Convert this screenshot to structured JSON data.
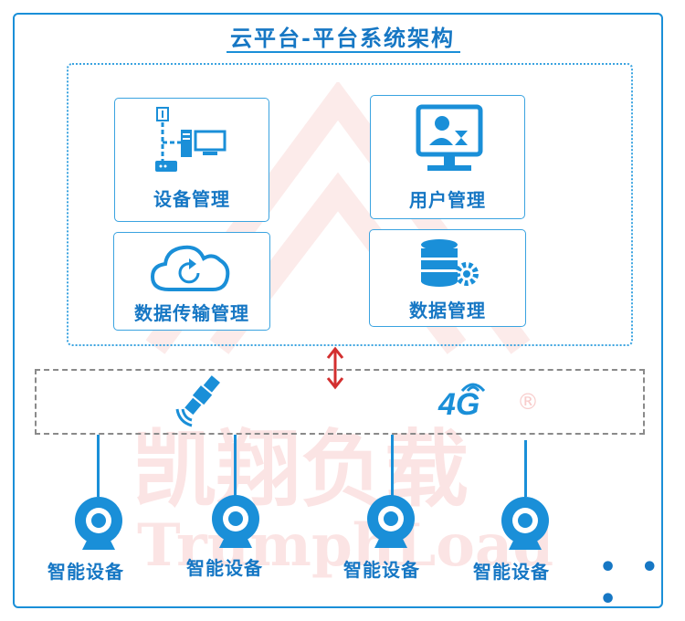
{
  "title": "云平台-平台系统架构",
  "modules": [
    {
      "label": "设备管理",
      "icon": "device-network-icon"
    },
    {
      "label": "用户管理",
      "icon": "user-monitor-icon"
    },
    {
      "label": "数据传输管理",
      "icon": "cloud-sync-icon"
    },
    {
      "label": "数据管理",
      "icon": "database-gear-icon"
    }
  ],
  "network": {
    "satellite_icon": "satellite-icon",
    "cellular_label": "4G",
    "registered_mark": "®"
  },
  "devices": [
    {
      "label": "智能设备"
    },
    {
      "label": "智能设备"
    },
    {
      "label": "智能设备"
    },
    {
      "label": "智能设备"
    }
  ],
  "more": "• • •",
  "watermark": {
    "cn": "凯翔负载",
    "en": "TrumphLoad"
  },
  "colors": {
    "primary": "#1a8fd8",
    "text": "#1677c4",
    "arrow": "#d32f2f",
    "watermark": "#e53935"
  }
}
